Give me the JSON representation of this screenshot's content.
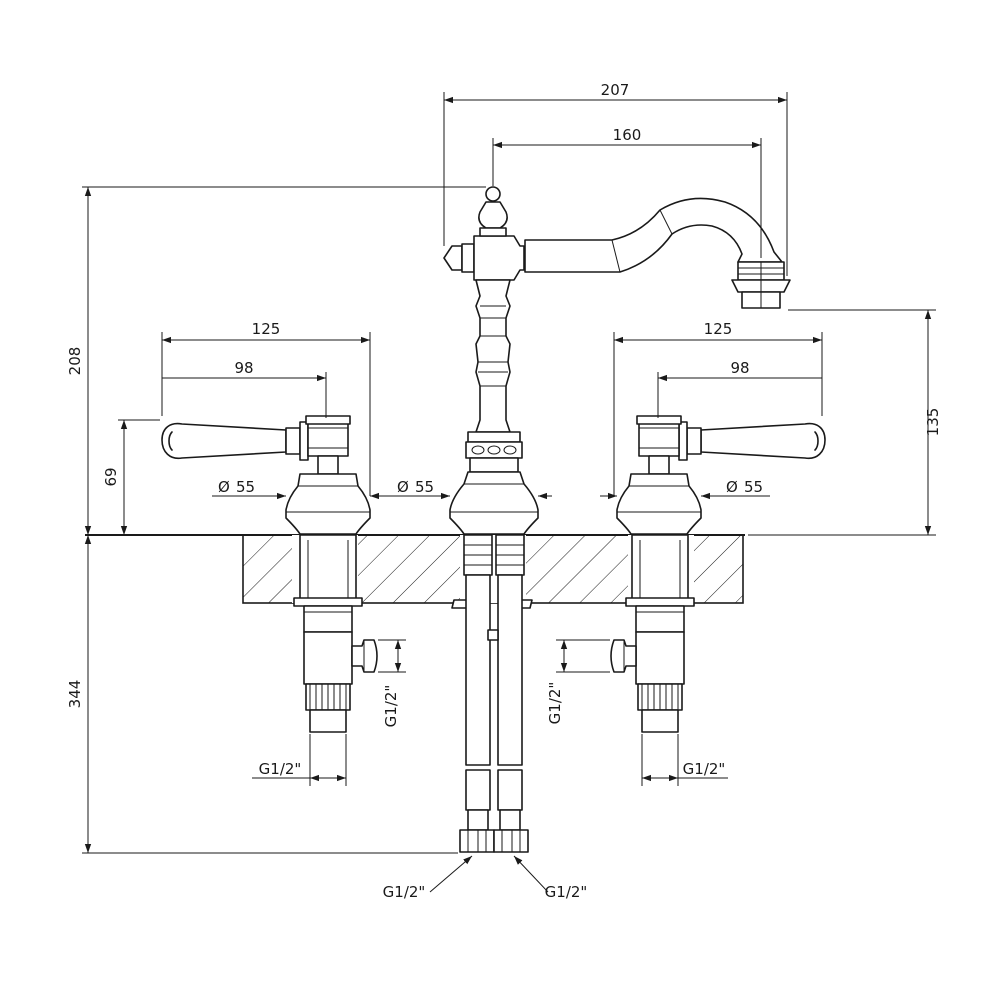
{
  "dimensions": {
    "spout_overall_width": "207",
    "spout_reach": "160",
    "overall_height": "208",
    "spout_outlet_height": "135",
    "handle_height": "69",
    "below_deck_length": "344",
    "left_handle_span": "125",
    "left_handle_lever": "98",
    "right_handle_span": "125",
    "right_handle_lever": "98",
    "left_base_diameter": "55",
    "center_base_diameter": "55",
    "right_base_diameter": "55",
    "left_valve_outlet_thread": "G1/2\"",
    "right_valve_outlet_thread": "G1/2\"",
    "left_valve_inlet_thread": "G1/2\"",
    "right_valve_inlet_thread": "G1/2\"",
    "left_hose_thread": "G1/2\"",
    "right_hose_thread": "G1/2\""
  },
  "symbols": {
    "diameter": "Ø"
  }
}
